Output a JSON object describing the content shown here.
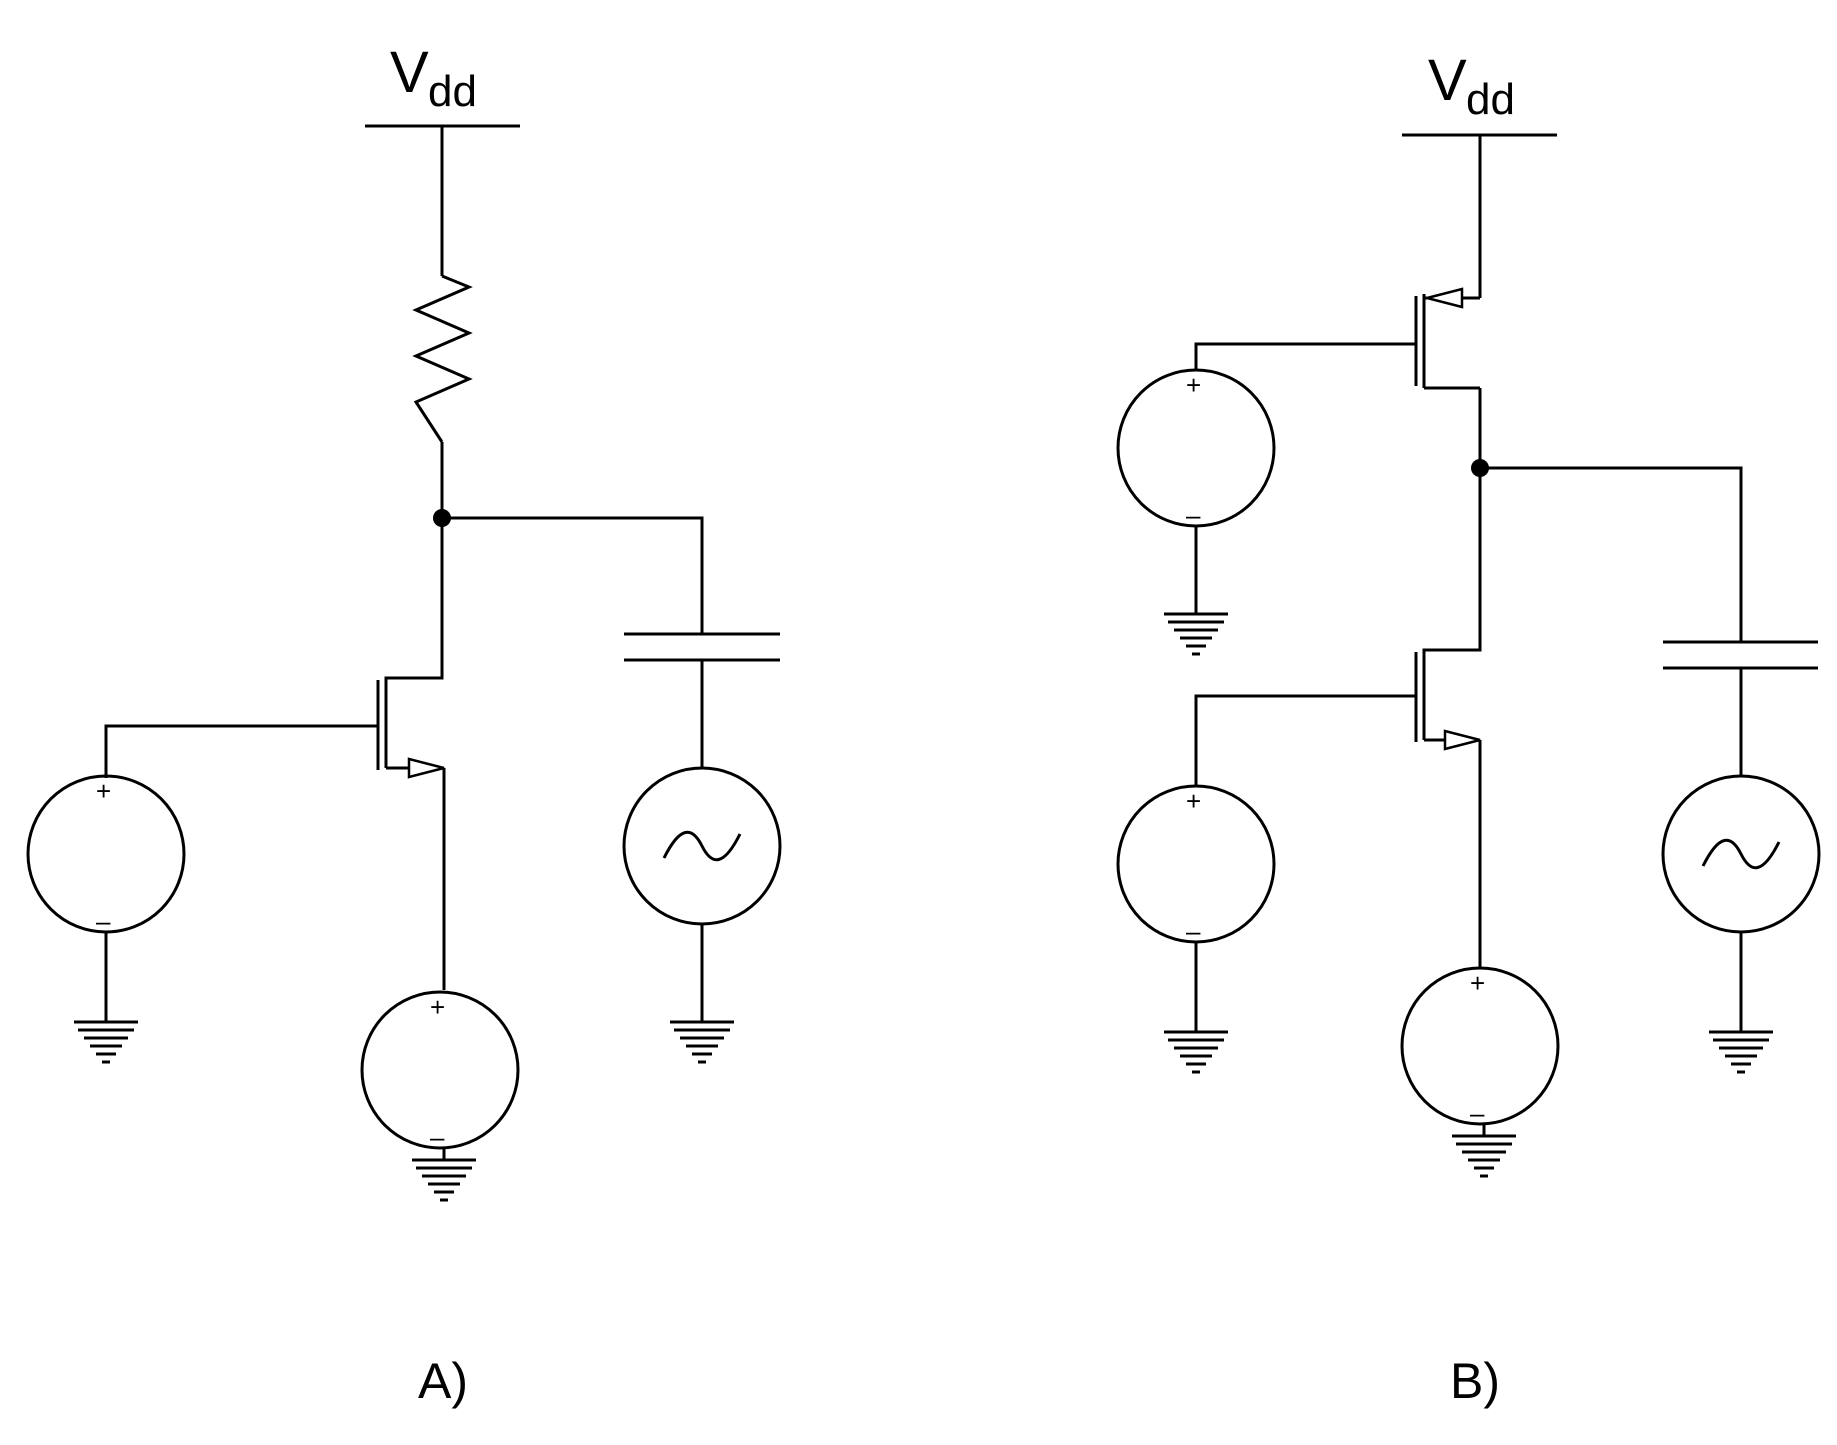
{
  "circuits": [
    {
      "id": "A",
      "caption": "A)",
      "supply_label": "V",
      "supply_subscript": "dd",
      "components": [
        "supply-rail",
        "load-resistor",
        "nmos-transistor",
        "gate-dc-source",
        "source-dc-source",
        "coupling-capacitor",
        "ac-source"
      ]
    },
    {
      "id": "B",
      "caption": "B)",
      "supply_label": "V",
      "supply_subscript": "dd",
      "components": [
        "supply-rail",
        "pmos-transistor",
        "nmos-transistor",
        "pmos-gate-dc-source",
        "nmos-gate-dc-source",
        "source-dc-source",
        "coupling-capacitor",
        "ac-source"
      ]
    }
  ],
  "source_polarity": {
    "plus": "+",
    "minus": "–"
  },
  "icons": {
    "resistor": "resistor-icon",
    "nmos": "nmos-transistor-icon",
    "pmos": "pmos-transistor-icon",
    "dc_source": "dc-voltage-source-icon",
    "ac_source": "ac-voltage-source-icon",
    "capacitor": "capacitor-icon",
    "ground": "ground-icon"
  },
  "colors": {
    "stroke": "#000000",
    "background": "#ffffff"
  }
}
